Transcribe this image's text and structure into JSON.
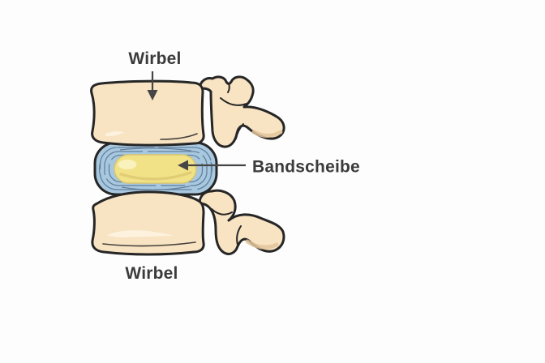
{
  "labels": {
    "upper_vertebra": "Wirbel",
    "disc": "Bandscheibe",
    "lower_vertebra": "Wirbel"
  },
  "colors": {
    "background": "#fdfdfd",
    "bone": "#f8e3c2",
    "bone-shadow": "#e3c69b",
    "bone-highlight": "#fdf2dd",
    "outline": "#262626",
    "disc-blue": "#a8c8e0",
    "disc-ring": "#64809c",
    "nucleus-yellow": "#f2e287",
    "nucleus-shadow": "#d9c46f",
    "nucleus-highlight": "#f9f2bd",
    "label-text": "#3b3b3b",
    "arrow": "#454545"
  }
}
